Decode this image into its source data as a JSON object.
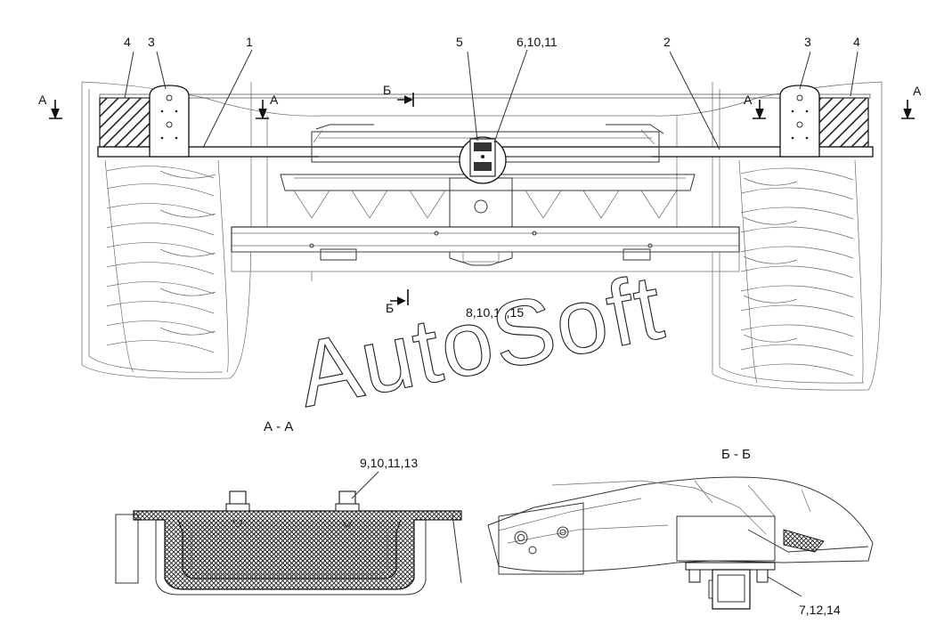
{
  "callouts": {
    "c1": "1",
    "c2": "2",
    "c3_left": "3",
    "c4_left": "4",
    "c3_right": "3",
    "c4_right": "4",
    "c5": "5",
    "c6": "6,10,11",
    "c8": "8,10,11,15",
    "c9": "9,10,11,13",
    "c7": "7,12,14"
  },
  "section_marks": {
    "a_left_outer": "А",
    "a_left_inner": "А",
    "a_right_inner": "А",
    "a_right_outer": "А",
    "b_top": "Б",
    "b_bottom": "Б"
  },
  "views": {
    "section_a": "А - А",
    "section_b": "Б - Б"
  },
  "watermark": "AutoSoft",
  "colors": {
    "line": "#111111",
    "thin_line": "#6a6a6a",
    "hatch": "#222222"
  }
}
